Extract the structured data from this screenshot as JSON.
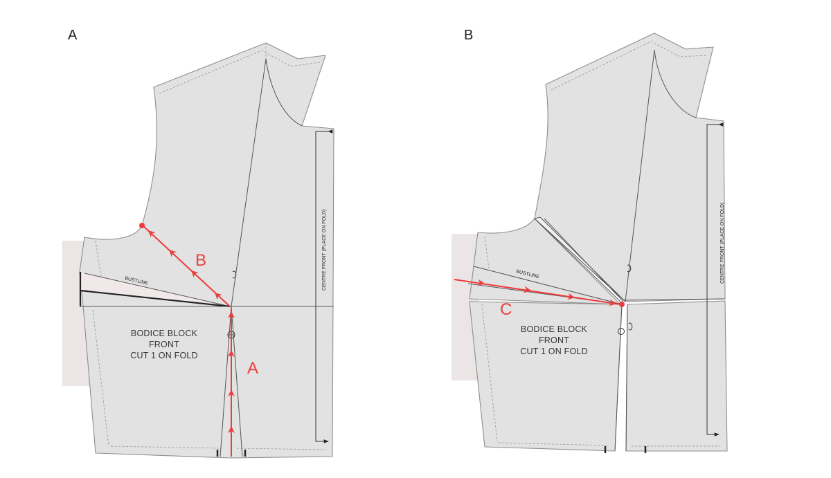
{
  "panels": [
    {
      "letter": "A",
      "piece_label": [
        "BODICE BLOCK",
        "FRONT",
        "CUT 1 ON FOLD"
      ],
      "bustline": "BUSTLINE",
      "centre_front": "CENTRE FRONT (PLACE ON FOLD)",
      "red_labels": [
        "B",
        "A"
      ]
    },
    {
      "letter": "B",
      "piece_label": [
        "BODICE BLOCK",
        "FRONT",
        "CUT 1 ON FOLD"
      ],
      "bustline": "BUSTLINE",
      "centre_front": "CENTRE FRONT (PLACE ON FOLD)",
      "red_labels": [
        "C"
      ]
    }
  ],
  "colors": {
    "accent": "#ee3b3b",
    "piece": "#e2e2e2",
    "paper": "#ebe5e5"
  }
}
